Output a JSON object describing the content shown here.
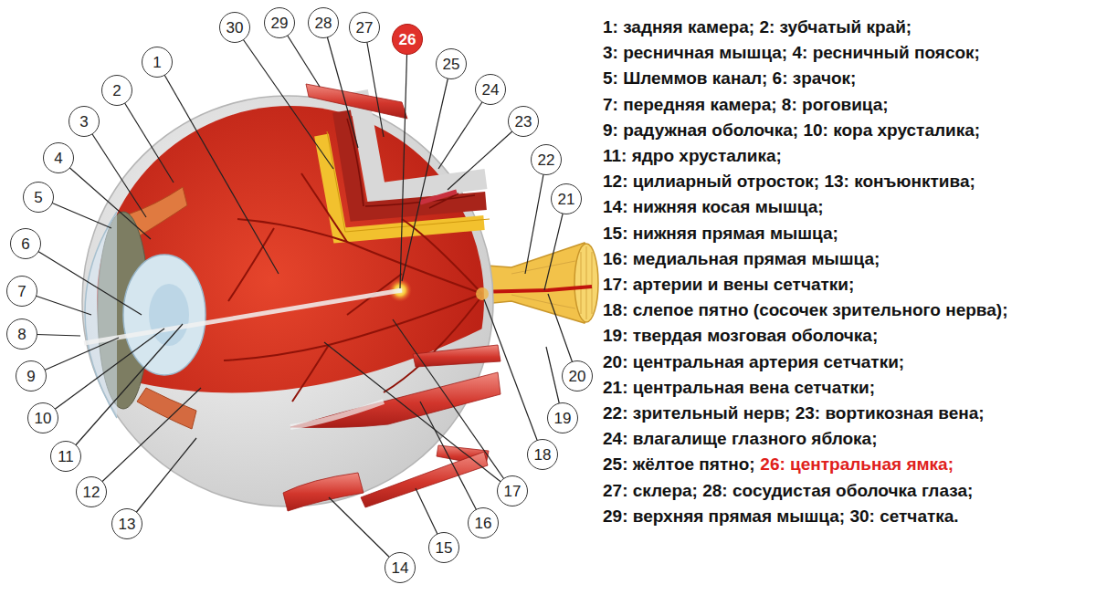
{
  "diagram": {
    "nodes": [
      {
        "text": [
          "1"
        ]
      },
      {
        "text": [
          "2"
        ]
      },
      {
        "text": [
          "3"
        ]
      },
      {
        "text": [
          "4"
        ]
      },
      {
        "text": [
          "5"
        ]
      },
      {
        "text": [
          "6"
        ]
      },
      {
        "text": [
          "7"
        ]
      },
      {
        "text": [
          "8"
        ]
      },
      {
        "text": [
          "9"
        ]
      },
      {
        "text": [
          "10"
        ]
      },
      {
        "text": [
          "11"
        ]
      },
      {
        "text": [
          "12"
        ]
      },
      {
        "text": [
          "13"
        ]
      },
      {
        "text": [
          "14"
        ]
      },
      {
        "text": [
          "15"
        ]
      },
      {
        "text": [
          "16"
        ]
      },
      {
        "text": [
          "17"
        ]
      },
      {
        "text": [
          "18"
        ]
      },
      {
        "text": [
          "19"
        ]
      },
      {
        "text": [
          "20"
        ]
      },
      {
        "text": [
          "21"
        ]
      },
      {
        "text": [
          "22"
        ]
      },
      {
        "text": [
          "23"
        ]
      },
      {
        "text": [
          "24"
        ]
      },
      {
        "text": [
          "25"
        ]
      },
      {
        "text": [
          "26"
        ]
      },
      {
        "text": [
          "27"
        ]
      },
      {
        "text": [
          "28"
        ]
      },
      {
        "text": [
          "29"
        ]
      },
      {
        "text": [
          "30"
        ]
      }
    ],
    "labels": [
      "1: задняя камера; 2: зубчатый край;",
      "3: ресничная мышца; 4: ресничный поясок;",
      "5: Шлеммов канал; 6: зрачок;",
      "7: передняя камера; 8: роговица;",
      "9: радужная оболочка; 10: кора хрусталика;",
      "11: ядро хрусталика;",
      "12: цилиарный отросток; 13: конъюнктива;",
      "14: нижняя косая мышца;",
      "15: нижняя прямая мышца;",
      "16: медиальная прямая мышца;",
      "17: артерии и вены сетчатки;",
      "18: слепое пятно (сосочек зрительного нерва);",
      "19: твердая мозговая оболочка;",
      "20: центральная артерия сетчатки;",
      "21: центральная вена сетчатки;",
      "22: зрительный нерв; 23: вортикозная вена;",
      "24: влагалище глазного яблока;",
      "25: жёлтое пятно;",
      "26: центральная ямка;",
      "27: склера; 28: сосудистая оболочка глаза;",
      "29: верхняя прямая мышца; 30: сетчатка."
    ]
  }
}
